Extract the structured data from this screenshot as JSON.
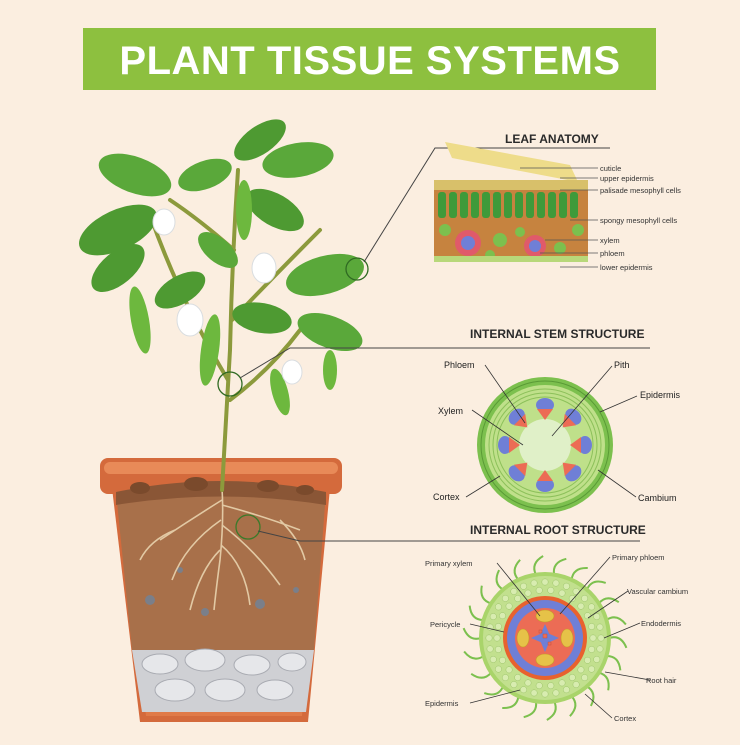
{
  "title": "PLANT TISSUE SYSTEMS",
  "leaf": {
    "header": "LEAF ANATOMY",
    "labels": [
      "cuticle",
      "upper epidermis",
      "palisade mesophyll cells",
      "spongy mesophyll cells",
      "xylem",
      "phloem",
      "lower epidermis"
    ]
  },
  "stem": {
    "header": "INTERNAL STEM STRUCTURE",
    "labels": {
      "phloem": "Phloem",
      "pith": "Pith",
      "xylem": "Xylem",
      "epidermis": "Epidermis",
      "cortex": "Cortex",
      "cambium": "Cambium"
    }
  },
  "root": {
    "header": "INTERNAL ROOT STRUCTURE",
    "labels": {
      "primary_xylem": "Primary xylem",
      "primary_phloem": "Primary phloem",
      "vascular_cambium": "Vascular cambium",
      "pericycle": "Pericycle",
      "endodermis": "Endodermis",
      "root_hair": "Root hair",
      "epidermis": "Epidermis",
      "cortex": "Cortex"
    }
  },
  "colors": {
    "background": "#fbeee0",
    "title_banner": "#8dc03f",
    "leaf_green": "#4e9a32",
    "pot": "#d46a3c",
    "soil": "#a8704a",
    "xylem_blue": "#6f7fd6",
    "phloem_red": "#ec6c55"
  }
}
